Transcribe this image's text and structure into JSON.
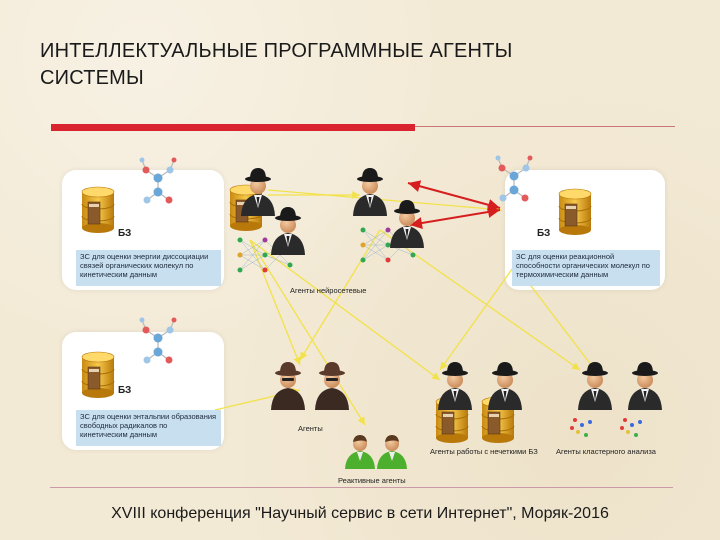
{
  "title_lines": [
    "ИНТЕЛЛЕКТУАЛЬНЫЕ ПРОГРАММНЫЕ АГЕНТЫ",
    "СИСТЕМЫ"
  ],
  "knowledge_bases": [
    {
      "label": "БЗ",
      "description": "ЗС для оценки энергии диссоциации связей органических молекул по кинетическим данным"
    },
    {
      "label": "БЗ",
      "description": "ЗС для оценки реакционной способности органических молекул по термохимическим данным"
    },
    {
      "label": "БЗ",
      "description": "ЗС для оценки энтальпии образования свободных радикалов по кинетическим данным"
    }
  ],
  "agent_groups": {
    "neural": "Агенты нейросетевые",
    "agents": "Агенты",
    "reactive": "Реактивные агенты",
    "fuzzy": "Агенты работы с нечеткими БЗ",
    "cluster": "Агенты кластерного анализа"
  },
  "footer": "XVIII конференция \"Научный сервис в сети Интернет\", Моряк-2016",
  "colors": {
    "accent_red": "#d9232e",
    "arrow_yellow": "#f2e24a",
    "arrow_red": "#d61e1e",
    "kb_desc_bg": "#c8dff0"
  }
}
